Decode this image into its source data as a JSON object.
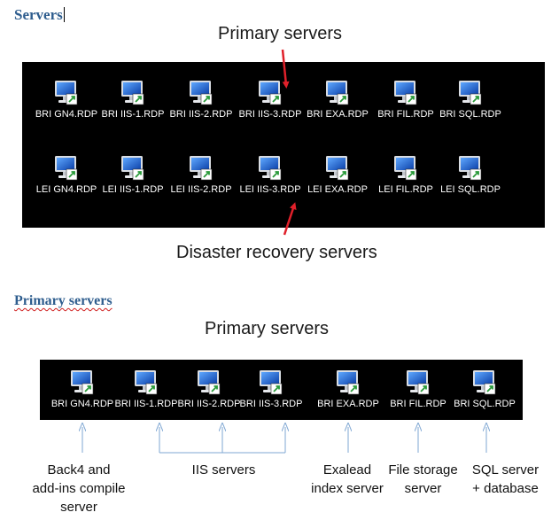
{
  "headings": {
    "servers": "Servers",
    "primary_servers": "Primary servers"
  },
  "figure1": {
    "caption_top": "Primary servers",
    "caption_bottom": "Disaster recovery servers",
    "row1": [
      "BRI GN4.RDP",
      "BRI IIS-1.RDP",
      "BRI IIS-2.RDP",
      "BRI IIS-3.RDP",
      "BRI EXA.RDP",
      "BRI FIL.RDP",
      "BRI SQL.RDP"
    ],
    "row2": [
      "LEI GN4.RDP",
      "LEI IIS-1.RDP",
      "LEI IIS-2.RDP",
      "LEI IIS-3.RDP",
      "LEI EXA.RDP",
      "LEI FIL.RDP",
      "LEI SQL.RDP"
    ]
  },
  "figure2": {
    "caption": "Primary servers",
    "row": [
      "BRI GN4.RDP",
      "BRI IIS-1.RDP",
      "BRI IIS-2.RDP",
      "BRI IIS-3.RDP",
      "BRI EXA.RDP",
      "BRI FIL.RDP",
      "BRI SQL.RDP"
    ],
    "descriptions": {
      "back4": "Back4 and\nadd-ins compile\nserver",
      "iis": "IIS servers",
      "exalead": "Exalead\nindex server",
      "file": "File storage\nserver",
      "sql": "SQL server\n+ database"
    }
  },
  "colors": {
    "heading": "#2e5d8e",
    "arrow_red": "#e0202a",
    "connector_blue": "#7fa7d3",
    "panel": "#000000"
  },
  "icon": "rdp-shortcut-icon"
}
